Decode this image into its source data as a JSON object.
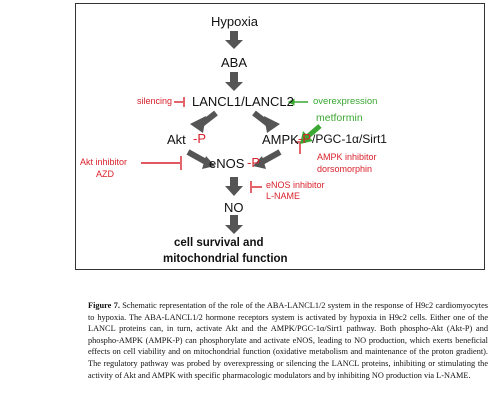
{
  "figure": {
    "nodes": {
      "hypoxia": "Hypoxia",
      "aba": "ABA",
      "lancl": "LANCL1/LANCL2",
      "akt": "Akt",
      "ampk": "AMPK",
      "pgc": "/PGC-1α/Sirt1",
      "enos": "eNOS",
      "no": "NO",
      "phospho": "-P",
      "outcome_line1": "cell survival and",
      "outcome_line2": "mitochondrial function"
    },
    "modulators": {
      "silencing": "silencing",
      "overexpression": "overexpression",
      "metformin": "metformin",
      "akt_inhibitor_line1": "Akt inhibitor",
      "akt_inhibitor_line2": "AZD",
      "ampk_inhibitor_line1": "AMPK inhibitor",
      "ampk_inhibitor_line2": "dorsomorphin",
      "enos_inhibitor_line1": "eNOS inhibitor",
      "enos_inhibitor_line2": "L-NAME"
    },
    "colors": {
      "arrow": "#555555",
      "inhibit": "#d9212b",
      "activate": "#3aa832"
    }
  },
  "caption": {
    "label": "Figure 7.",
    "text": "Schematic representation of the role of the ABA-LANCL1/2 system in the response of H9c2 cardiomyocytes to hypoxia. The ABA-LANCL1/2 hormone receptors system is activated by hypoxia in H9c2 cells. Either one of the LANCL proteins can, in turn, activate Akt and the AMPK/PGC-1α/Sirt1 pathway. Both phospho-Akt (Akt-P) and phospho-AMPK (AMPK-P) can phosphorylate and activate eNOS, leading to NO production, which exerts beneficial effects on cell viability and on mitochondrial function (oxidative metabolism and maintenance of the proton gradient). The regulatory pathway was probed by overexpressing or silencing the LANCL proteins, inhibiting or stimulating the activity of Akt and AMPK with specific pharmacologic modulators and by inhibiting NO production via L-NAME."
  }
}
